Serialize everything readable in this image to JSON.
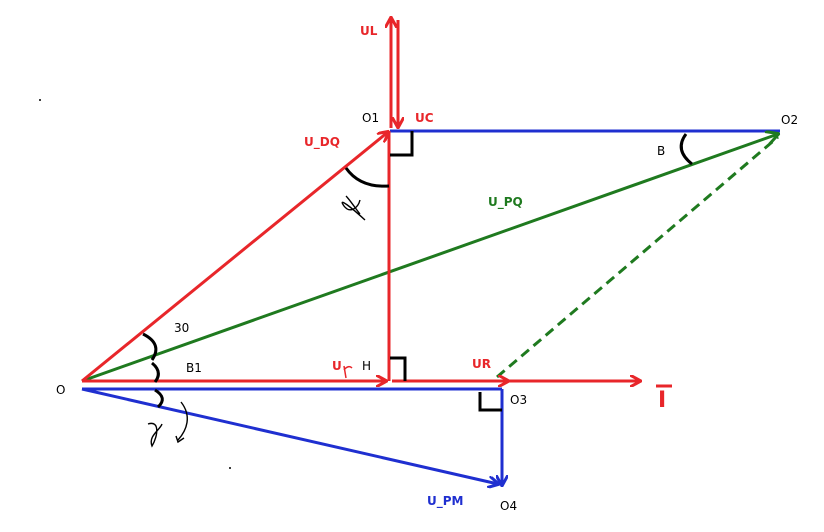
{
  "colors": {
    "red": "#e8262a",
    "blue": "#1f2fd0",
    "green": "#1f7a1f",
    "black": "#000000"
  },
  "points": {
    "O": "O",
    "O1": "O1",
    "O2": "O2",
    "O3": "O3",
    "O4": "O4",
    "H": "H"
  },
  "vectors": {
    "UL": "UL",
    "UC": "UC",
    "U_DQ": "U_DQ",
    "U_PQ": "U_PQ",
    "U_PM": "U_PM",
    "Ur_small": "U",
    "UR": "UR",
    "I": "I"
  },
  "angles": {
    "a30": "30",
    "B1": "B1",
    "B": "B"
  }
}
